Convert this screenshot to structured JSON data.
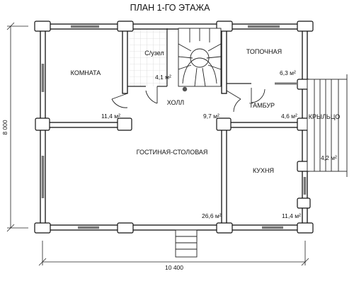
{
  "title": "ПЛАН 1-ГО ЭТАЖА",
  "rooms": {
    "komnata": {
      "name": "КОМНАТА",
      "area": "11,4 м²"
    },
    "suzel": {
      "name": "С/узел",
      "area": "4,1 м²"
    },
    "topochnaya": {
      "name": "ТОПОЧНАЯ",
      "area": "6,3 м²"
    },
    "holl": {
      "name": "ХОЛЛ",
      "area": "9,7 м²"
    },
    "tambur": {
      "name": "ТАМБУР",
      "area": "4,6 м²"
    },
    "krylco": {
      "name": "КРЫЛЬЦО",
      "area": "4,2 м²"
    },
    "gostinaya": {
      "name": "ГОСТИНАЯ-СТОЛОВАЯ",
      "area": "26,6 м²"
    },
    "kuhnya": {
      "name": "КУХНЯ",
      "area": "11,4 м²"
    }
  },
  "dimensions": {
    "width": "10 400",
    "height": "8 000"
  },
  "colors": {
    "wall": "#111111",
    "wall_fill": "#ffffff",
    "tile_grid": "#c8c8c8",
    "window": "#777777",
    "line": "#222222"
  }
}
